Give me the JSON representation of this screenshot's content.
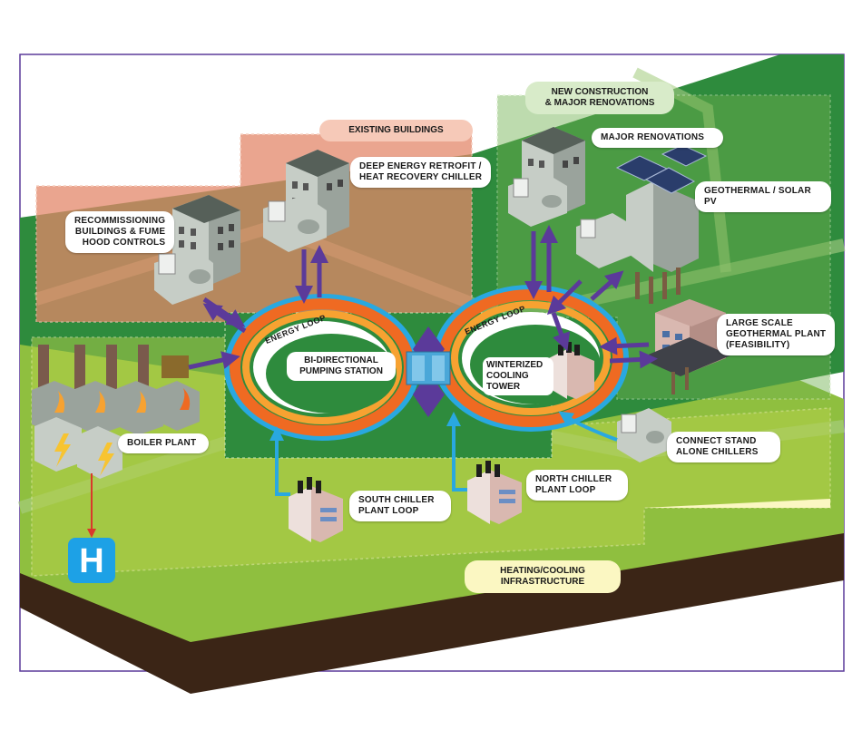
{
  "colors": {
    "green_dark": "#2e8b3d",
    "green_light": "#8fbf3f",
    "soil": "#3b2516",
    "purple": "#5b3a9a",
    "blue_arrow": "#29a8e0",
    "red_arrow": "#d9392b",
    "hospital_blue": "#1da1e6"
  },
  "labels": {
    "existing_buildings": "EXISTING BUILDINGS",
    "new_construction": "NEW CONSTRUCTION\n& MAJOR RENOVATIONS",
    "heating_cooling": "HEATING/COOLING\nINFRASTRUCTURE",
    "recommissioning": "RECOMMISSIONING\nBUILDINGS & FUME\nHOOD CONTROLS",
    "deep_energy": "DEEP ENERGY RETROFIT /\nHEAT RECOVERY CHILLER",
    "major_renovations": "MAJOR RENOVATIONS",
    "geothermal_solar": "GEOTHERMAL / SOLAR PV",
    "large_scale": "LARGE SCALE\nGEOTHERMAL PLANT\n(FEASIBILITY)",
    "connect_stand": "CONNECT STAND\nALONE CHILLERS",
    "north_chiller": "NORTH CHILLER\nPLANT LOOP",
    "south_chiller": "SOUTH CHILLER\nPLANT LOOP",
    "boiler_plant": "BOILER PLANT",
    "bi_directional": "BI-DIRECTIONAL\nPUMPING STATION",
    "winterized": "WINTERIZED\nCOOLING\nTOWER",
    "energy_loop_left": "ENERGY LOOP",
    "energy_loop_right": "ENERGY LOOP",
    "hospital": "H"
  }
}
